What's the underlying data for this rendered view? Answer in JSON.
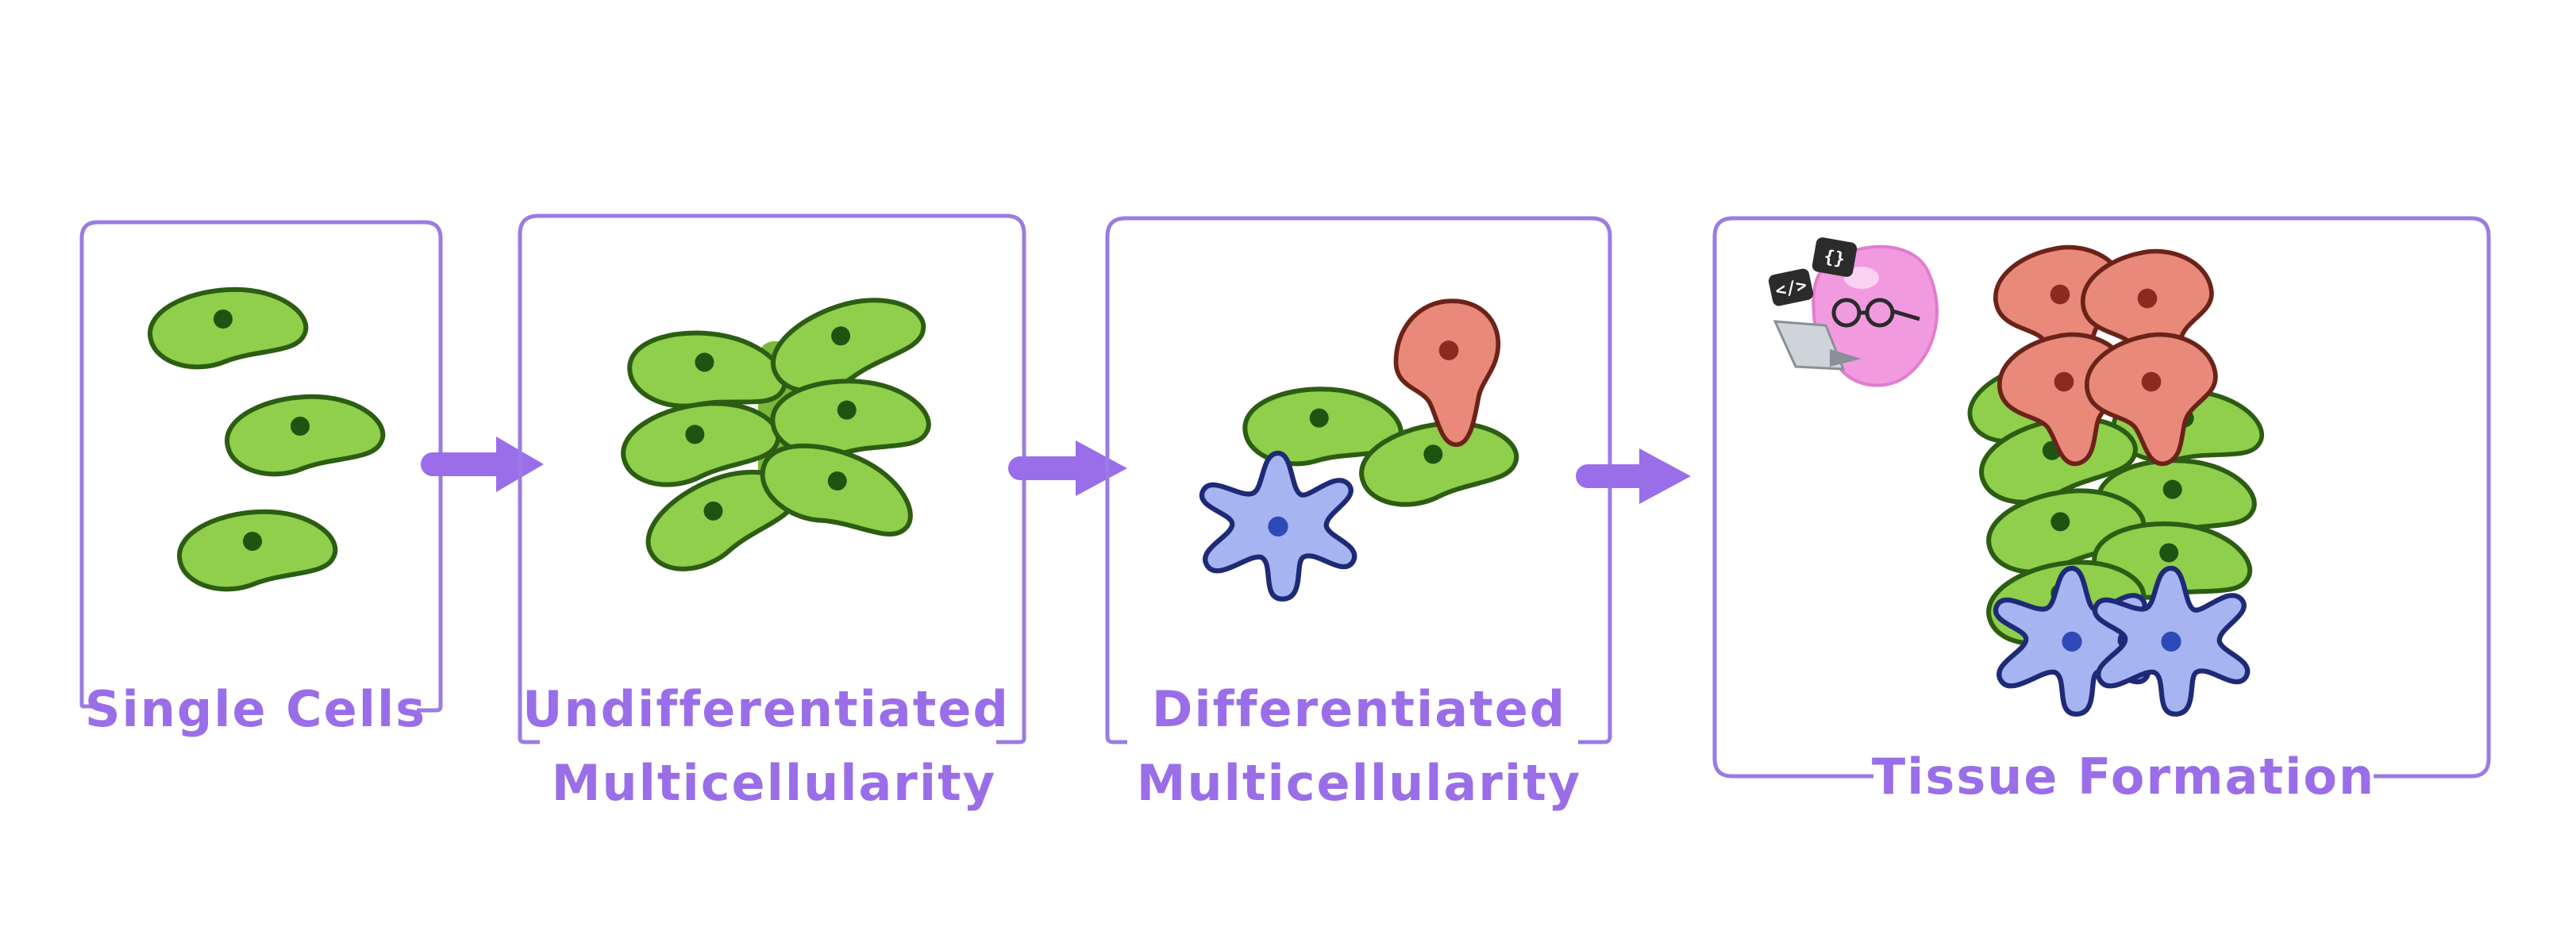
{
  "diagram": {
    "panels": [
      {
        "id": "single-cells",
        "label_lines": [
          "Single Cells"
        ]
      },
      {
        "id": "undifferentiated",
        "label_lines": [
          "Undifferentiated",
          "Multicellularity"
        ]
      },
      {
        "id": "differentiated",
        "label_lines": [
          "Differentiated",
          "Multicellularity"
        ]
      },
      {
        "id": "tissue",
        "label_lines": [
          "Tissue Formation"
        ]
      }
    ],
    "mascot": {
      "badge_left": "</>",
      "badge_right": "{}"
    },
    "colors": {
      "frame": "#9b7be3",
      "label": "#9a6ee8",
      "arrow": "#9a6ee8",
      "green_cell": "#8fcf4c",
      "red_cell": "#e9897a",
      "blue_cell": "#a7b4f2",
      "mascot": "#f29ae0"
    }
  }
}
